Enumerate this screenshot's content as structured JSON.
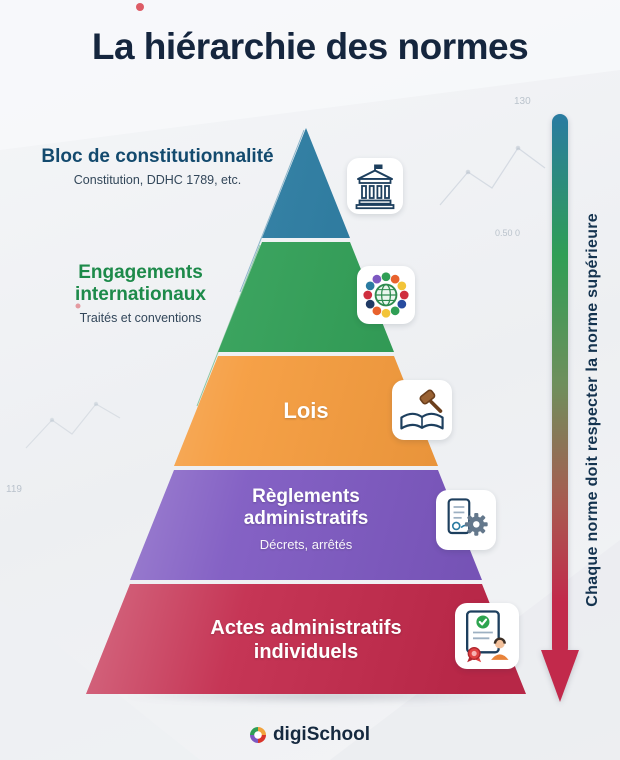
{
  "title": "La hiérarchie des normes",
  "pyramid": {
    "levels": [
      {
        "name": "Bloc de constitutionnalité",
        "subtitle": "Constitution, DDHC 1789, etc.",
        "color": "#2a7ba1",
        "label_color": "#134a6e",
        "icon": "bank-icon"
      },
      {
        "name": "Engagements internationaux",
        "subtitle": "Traités et conventions",
        "color": "#2f9e55",
        "label_color": "#1d8a4a",
        "icon": "globe-flags-icon"
      },
      {
        "name": "Lois",
        "subtitle": "",
        "color": "#f59b3c",
        "label_color": "#ffffff",
        "icon": "law-book-gavel-icon"
      },
      {
        "name": "Règlements administratifs",
        "subtitle": "Décrets, arrêtés",
        "color": "#7d58c1",
        "label_color": "#ffffff",
        "icon": "decree-gear-icon"
      },
      {
        "name": "Actes administratifs individuels",
        "subtitle": "",
        "color": "#c2294b",
        "label_color": "#ffffff",
        "icon": "certificate-award-icon"
      }
    ]
  },
  "arrow": {
    "label": "Chaque norme doit respecter la norme supérieure",
    "top_color": "#2a7ba1",
    "bottom_color": "#c2294b"
  },
  "footer": {
    "logo_text": "digiSchool"
  },
  "decorations": {
    "faint_numbers": [
      "130",
      "0.50 0",
      "119"
    ]
  }
}
